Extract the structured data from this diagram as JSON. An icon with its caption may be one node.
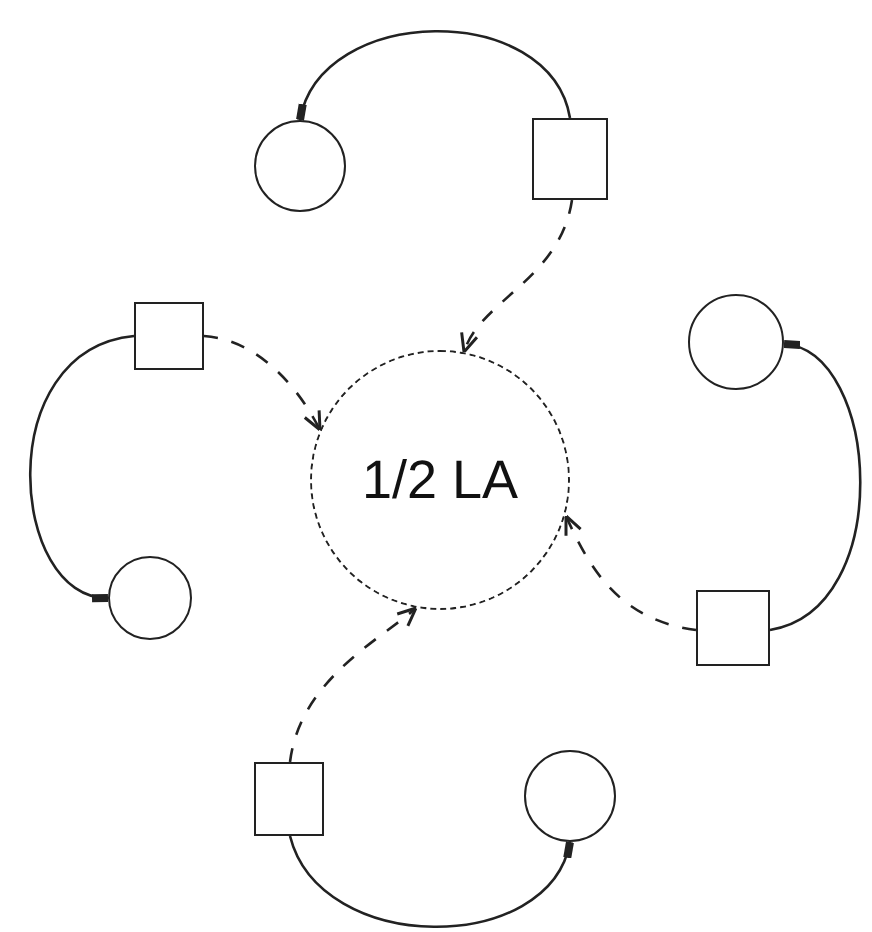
{
  "diagram": {
    "nodes": [
      {
        "text": [],
        "shape": "circle"
      },
      {
        "text": [],
        "shape": "box"
      },
      {
        "text": [],
        "shape": "box"
      },
      {
        "text": [
          "1/2 LA"
        ]
      },
      {
        "text": [],
        "shape": "circle"
      },
      {
        "text": [],
        "shape": "circle"
      },
      {
        "text": [],
        "shape": "box"
      },
      {
        "text": [],
        "shape": "box"
      },
      {
        "text": [],
        "shape": "circle"
      }
    ],
    "edges": [
      {
        "from": 1,
        "to": 0,
        "arrow": "other"
      },
      {
        "from": 2,
        "to": 5,
        "arrow": "other"
      },
      {
        "from": 6,
        "to": 4,
        "arrow": "other"
      },
      {
        "from": 7,
        "to": 8,
        "arrow": "other"
      },
      {
        "from": 1,
        "to": 3,
        "arrow": "to",
        "style": "dashed"
      },
      {
        "from": 2,
        "to": 3,
        "arrow": "to",
        "style": "dashed"
      },
      {
        "from": 6,
        "to": 3,
        "arrow": "to",
        "style": "dashed"
      },
      {
        "from": 7,
        "to": 3,
        "arrow": "to",
        "style": "dashed"
      }
    ]
  }
}
